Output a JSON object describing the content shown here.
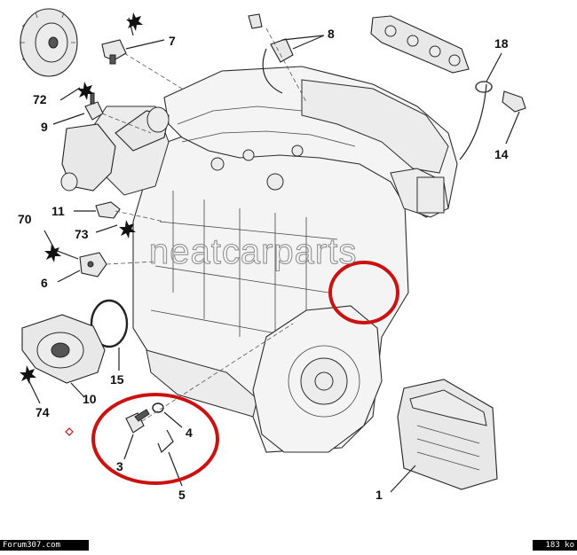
{
  "diagram": {
    "watermark": "neatcarparts",
    "part_labels": {
      "p1": "1",
      "p3": "3",
      "p4": "4",
      "p5": "5",
      "p6": "6",
      "p7": "7",
      "p8": "8",
      "p9": "9",
      "p10": "10",
      "p11": "11",
      "p14": "14",
      "p15": "15",
      "p18": "18",
      "p70": "70",
      "p72": "72",
      "p73": "73",
      "p74": "74"
    },
    "highlight_color": "#cc1111",
    "line_color": "#333333"
  },
  "footer": {
    "source": "Forum307.com",
    "size": "183 ko"
  }
}
